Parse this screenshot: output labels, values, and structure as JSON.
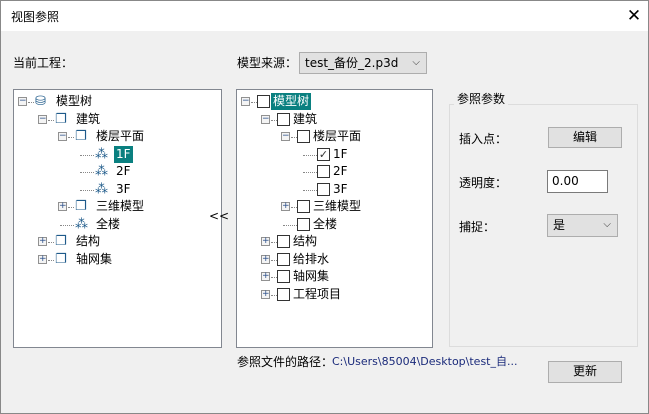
{
  "window": {
    "title": "视图参照",
    "close_label": "✕"
  },
  "left": {
    "label": "当前工程：",
    "tree": [
      {
        "label": "模型树",
        "level": 0,
        "exp": "-",
        "icon": "db"
      },
      {
        "label": "建筑",
        "level": 1,
        "exp": "-",
        "icon": "folder"
      },
      {
        "label": "楼层平面",
        "level": 2,
        "exp": "-",
        "icon": "folder"
      },
      {
        "label": "1F",
        "level": 3,
        "exp": "",
        "icon": "cubes",
        "selected": true
      },
      {
        "label": "2F",
        "level": 3,
        "exp": "",
        "icon": "cubes"
      },
      {
        "label": "3F",
        "level": 3,
        "exp": "",
        "icon": "cubes"
      },
      {
        "label": "三维模型",
        "level": 2,
        "exp": "+",
        "icon": "folder"
      },
      {
        "label": "全楼",
        "level": 2,
        "exp": "",
        "icon": "cubes"
      },
      {
        "label": "结构",
        "level": 1,
        "exp": "+",
        "icon": "folder"
      },
      {
        "label": "轴网集",
        "level": 1,
        "exp": "+",
        "icon": "folder"
      }
    ]
  },
  "transfer_label": "<<",
  "source": {
    "label": "模型来源：",
    "value": "test_备份_2.p3d"
  },
  "middle": {
    "tree": [
      {
        "label": "模型树",
        "level": 0,
        "exp": "-",
        "checked": false,
        "selected": true
      },
      {
        "label": "建筑",
        "level": 1,
        "exp": "-",
        "checked": false
      },
      {
        "label": "楼层平面",
        "level": 2,
        "exp": "-",
        "checked": false
      },
      {
        "label": "1F",
        "level": 3,
        "exp": "",
        "checked": true
      },
      {
        "label": "2F",
        "level": 3,
        "exp": "",
        "checked": false
      },
      {
        "label": "3F",
        "level": 3,
        "exp": "",
        "checked": false
      },
      {
        "label": "三维模型",
        "level": 2,
        "exp": "+",
        "checked": false
      },
      {
        "label": "全楼",
        "level": 2,
        "exp": "",
        "checked": false
      },
      {
        "label": "结构",
        "level": 1,
        "exp": "+",
        "checked": false
      },
      {
        "label": "给排水",
        "level": 1,
        "exp": "+",
        "checked": false
      },
      {
        "label": "轴网集",
        "level": 1,
        "exp": "+",
        "checked": false
      },
      {
        "label": "工程项目",
        "level": 1,
        "exp": "+",
        "checked": false
      }
    ]
  },
  "params": {
    "group_label": "参照参数",
    "insert_label": "插入点：",
    "edit_button": "编辑",
    "opacity_label": "透明度：",
    "opacity_value": "0.00",
    "snap_label": "捕捉：",
    "snap_value": "是"
  },
  "path": {
    "label": "参照文件的路径：",
    "value": "C:\\Users\\85004\\Desktop\\test_自..."
  },
  "update_button": "更新"
}
